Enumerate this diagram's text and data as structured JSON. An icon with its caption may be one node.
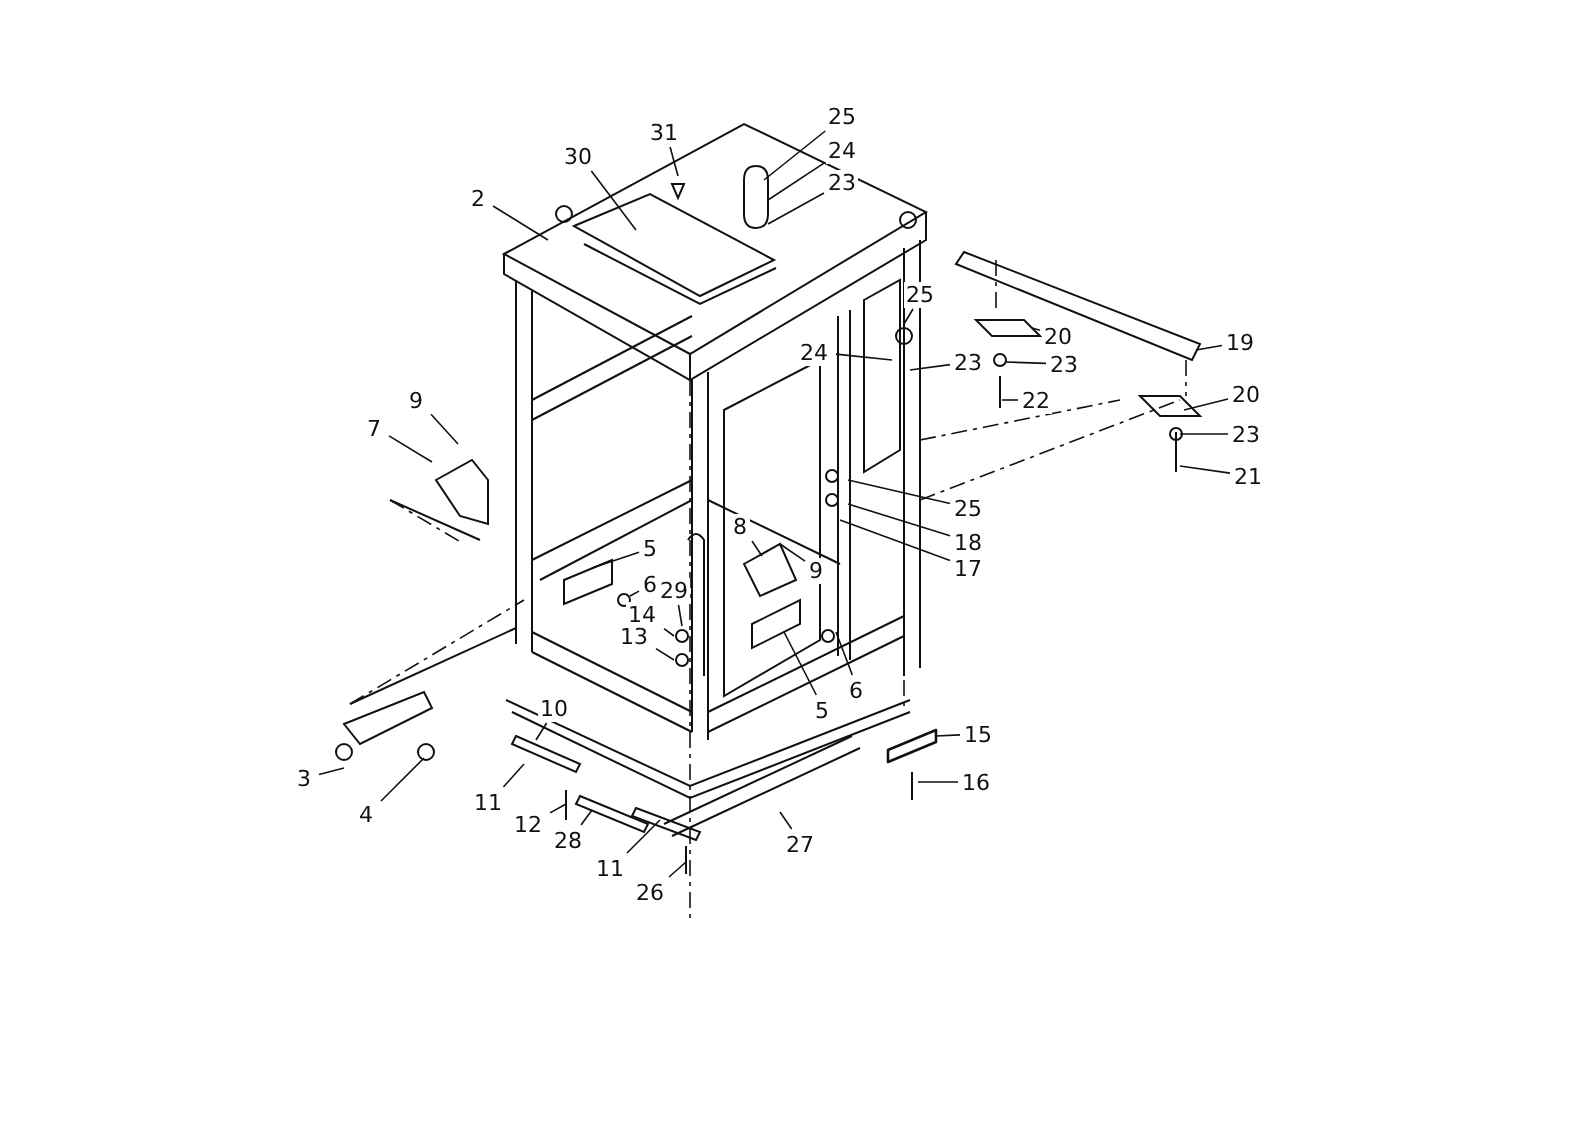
{
  "diagram": {
    "nodes": [
      {
        "text": [
          "25"
        ]
      },
      {
        "text": [
          "31"
        ]
      },
      {
        "text": [
          "24"
        ]
      },
      {
        "text": [
          "30"
        ]
      },
      {
        "text": [
          "2"
        ]
      },
      {
        "text": [
          "23"
        ]
      },
      {
        "text": [
          "25"
        ]
      },
      {
        "text": [
          "20"
        ]
      },
      {
        "text": [
          "19"
        ]
      },
      {
        "text": [
          "24"
        ]
      },
      {
        "text": [
          "23"
        ]
      },
      {
        "text": [
          "23"
        ]
      },
      {
        "text": [
          "22"
        ]
      },
      {
        "text": [
          "9"
        ]
      },
      {
        "text": [
          "20"
        ]
      },
      {
        "text": [
          "7"
        ]
      },
      {
        "text": [
          "23"
        ]
      },
      {
        "text": [
          "21"
        ]
      },
      {
        "text": [
          "25"
        ]
      },
      {
        "text": [
          "8"
        ]
      },
      {
        "text": [
          "18"
        ]
      },
      {
        "text": [
          "5"
        ]
      },
      {
        "text": [
          "9"
        ]
      },
      {
        "text": [
          "17"
        ]
      },
      {
        "text": [
          "6"
        ]
      },
      {
        "text": [
          "29"
        ]
      },
      {
        "text": [
          "14"
        ]
      },
      {
        "text": [
          "13"
        ]
      },
      {
        "text": [
          "6"
        ]
      },
      {
        "text": [
          "5"
        ]
      },
      {
        "text": [
          "10"
        ]
      },
      {
        "text": [
          "15"
        ]
      },
      {
        "text": [
          "3"
        ]
      },
      {
        "text": [
          "16"
        ]
      },
      {
        "text": [
          "11"
        ]
      },
      {
        "text": [
          "4"
        ]
      },
      {
        "text": [
          "12"
        ]
      },
      {
        "text": [
          "28"
        ]
      },
      {
        "text": [
          "27"
        ]
      },
      {
        "text": [
          "11"
        ]
      },
      {
        "text": [
          "26"
        ]
      },
      {
        "text": [],
        "shape": "circle"
      },
      {
        "text": [],
        "shape": "box"
      },
      {
        "text": [],
        "shape": "circle"
      },
      {
        "text": [],
        "shape": "box"
      },
      {
        "text": [],
        "shape": "bar"
      }
    ],
    "edges": [
      {
        "from": 0,
        "to": null,
        "arrow": "none"
      },
      {
        "from": 1,
        "to": null,
        "arrow": "none"
      },
      {
        "from": 2,
        "to": null,
        "arrow": "none"
      },
      {
        "from": 3,
        "to": null,
        "arrow": "none"
      },
      {
        "from": 4,
        "to": null,
        "arrow": "none"
      },
      {
        "from": 5,
        "to": null,
        "arrow": "none"
      },
      {
        "from": 6,
        "to": null,
        "arrow": "none"
      },
      {
        "from": 7,
        "to": null,
        "arrow": "none"
      },
      {
        "from": 8,
        "to": null,
        "arrow": "none"
      },
      {
        "from": 9,
        "to": null,
        "arrow": "none"
      },
      {
        "from": 10,
        "to": null,
        "arrow": "none"
      },
      {
        "from": 11,
        "to": 41,
        "arrow": "none"
      },
      {
        "from": 12,
        "to": null,
        "arrow": "none"
      },
      {
        "from": 13,
        "to": null,
        "arrow": "none"
      },
      {
        "from": 14,
        "to": null,
        "arrow": "none"
      },
      {
        "from": 15,
        "to": null,
        "arrow": "none"
      },
      {
        "from": 16,
        "to": null,
        "arrow": "none"
      },
      {
        "from": 17,
        "to": null,
        "arrow": "none"
      },
      {
        "from": 18,
        "to": null,
        "arrow": "none"
      },
      {
        "from": 19,
        "to": null,
        "arrow": "none"
      },
      {
        "from": 20,
        "to": null,
        "arrow": "none"
      },
      {
        "from": 21,
        "to": 42,
        "arrow": "none"
      },
      {
        "from": 22,
        "to": null,
        "arrow": "none"
      },
      {
        "from": 23,
        "to": null,
        "arrow": "none"
      },
      {
        "from": 24,
        "to": 43,
        "arrow": "none"
      },
      {
        "from": 25,
        "to": null,
        "arrow": "none"
      },
      {
        "from": 26,
        "to": null,
        "arrow": "none"
      },
      {
        "from": 27,
        "to": null,
        "arrow": "none"
      },
      {
        "from": 28,
        "to": null,
        "arrow": "none"
      },
      {
        "from": 29,
        "to": 44,
        "arrow": "none"
      },
      {
        "from": 30,
        "to": null,
        "arrow": "none"
      },
      {
        "from": 31,
        "to": 45,
        "arrow": "none"
      },
      {
        "from": 32,
        "to": null,
        "arrow": "none"
      },
      {
        "from": 33,
        "to": null,
        "arrow": "none"
      },
      {
        "from": 34,
        "to": null,
        "arrow": "none"
      },
      {
        "from": 35,
        "to": null,
        "arrow": "none"
      },
      {
        "from": 36,
        "to": null,
        "arrow": "none"
      },
      {
        "from": 37,
        "to": null,
        "arrow": "none"
      },
      {
        "from": 38,
        "to": null,
        "arrow": "none"
      },
      {
        "from": 39,
        "to": null,
        "arrow": "none"
      },
      {
        "from": 40,
        "to": null,
        "arrow": "none"
      }
    ]
  }
}
